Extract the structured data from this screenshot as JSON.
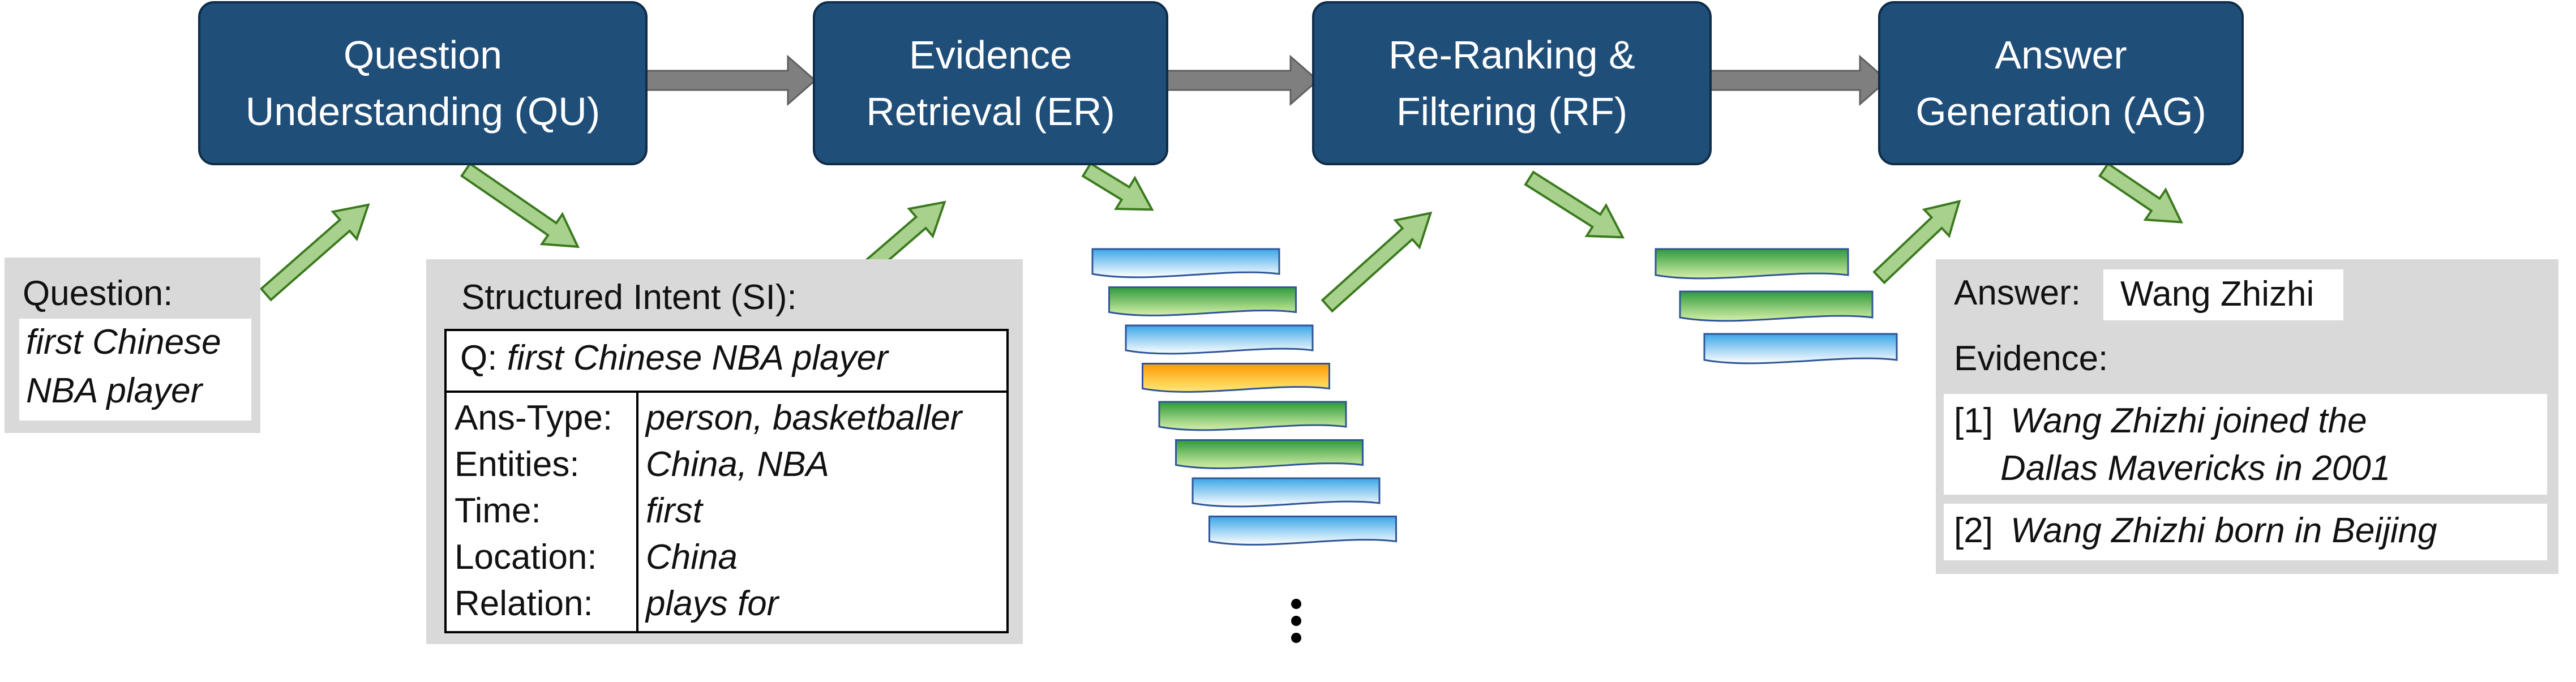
{
  "stages": [
    {
      "id": "qu",
      "lines": [
        "Question",
        "Understanding (QU)"
      ]
    },
    {
      "id": "er",
      "lines": [
        "Evidence",
        "Retrieval (ER)"
      ]
    },
    {
      "id": "rf",
      "lines": [
        "Re-Ranking &",
        "Filtering (RF)"
      ]
    },
    {
      "id": "ag",
      "lines": [
        "Answer",
        "Generation (AG)"
      ]
    }
  ],
  "question": {
    "label": "Question:",
    "text_lines": [
      "first Chinese",
      "NBA player"
    ]
  },
  "structured_intent": {
    "title": "Structured Intent (SI):",
    "q_prefix": "Q:",
    "q_text": "first Chinese NBA player",
    "rows": [
      {
        "key": "Ans-Type:",
        "value": "person, basketballer"
      },
      {
        "key": "Entities:",
        "value": "China, NBA"
      },
      {
        "key": "Time:",
        "value": "first"
      },
      {
        "key": "Location:",
        "value": "China"
      },
      {
        "key": "Relation:",
        "value": "plays for"
      }
    ]
  },
  "answer": {
    "label": "Answer:",
    "value": "Wang Zhizhi",
    "evidence_label": "Evidence:",
    "evidence": [
      {
        "num": "[1]",
        "lines": [
          "Wang Zhizhi joined the",
          "Dallas Mavericks in 2001"
        ]
      },
      {
        "num": "[2]",
        "lines": [
          "Wang Zhizhi born in Beijing"
        ]
      }
    ]
  },
  "retrieved_docs": [
    "blue",
    "green",
    "blue",
    "yellow",
    "green",
    "green",
    "blue",
    "blue"
  ],
  "filtered_docs": [
    "green",
    "green",
    "blue"
  ],
  "colors": {
    "stage_fill": "#1f4e79",
    "panel_fill": "#d9d9d9",
    "flow_arrow": "#7f7f7f",
    "io_arrow": "#a9d18e"
  },
  "icons": [
    "ellipsis-vertical-icon"
  ]
}
